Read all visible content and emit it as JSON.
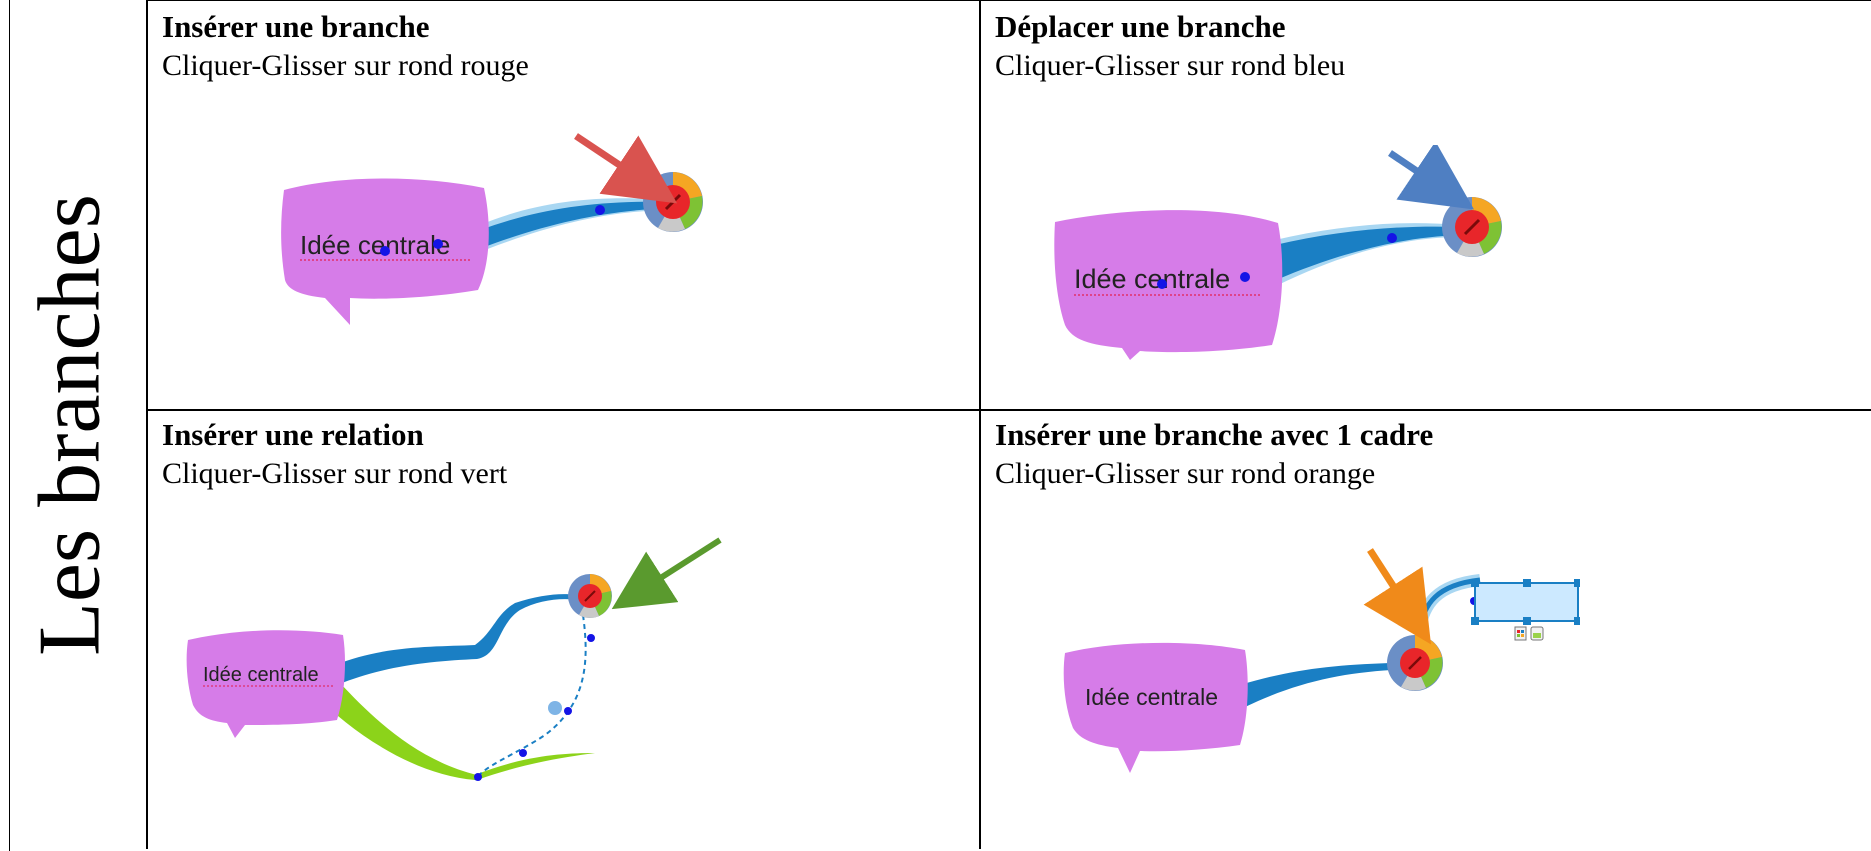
{
  "side_title": "Les branches",
  "cells": [
    {
      "title": "Insérer une branche",
      "instruction": "Cliquer-Glisser sur rond rouge",
      "node_label": "Idée centrale",
      "arrow_color": "#d9534f"
    },
    {
      "title": "Déplacer une branche",
      "instruction": "Cliquer-Glisser sur rond bleu",
      "node_label": "Idée centrale",
      "arrow_color": "#4f7fc2"
    },
    {
      "title": "Insérer une relation",
      "instruction": "Cliquer-Glisser sur rond vert",
      "node_label": "Idée centrale",
      "arrow_color": "#5a9a2e"
    },
    {
      "title": "Insérer une branche avec 1 cadre",
      "instruction": "Cliquer-Glisser sur rond orange",
      "node_label": "Idée centrale",
      "arrow_color": "#f08a1a"
    }
  ],
  "colors": {
    "bubble": "#d67ce8",
    "branch": "#1a7fc4",
    "branch_glow": "#a9d7f2",
    "green_branch": "#8cd31a",
    "handle_red": "#e8262a",
    "handle_orange": "#f5a623",
    "handle_green": "#7ec234",
    "handle_blue": "#6b8fc6",
    "handle_gray": "#c9c9c9"
  }
}
